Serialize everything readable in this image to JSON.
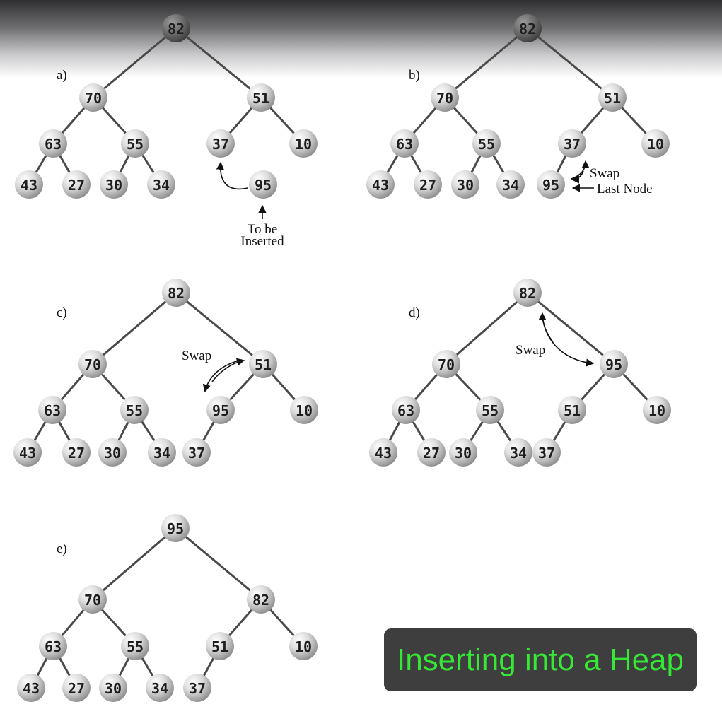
{
  "title": "Inserting into a Heap",
  "colors": {
    "title_text": "#35e835",
    "title_box": "#3e3e3e",
    "node_fill": "#d9d9d9",
    "edge": "#4a4a4a"
  },
  "panels": [
    {
      "id": "a",
      "label": "a)",
      "nodes": [
        "82",
        "70",
        "51",
        "63",
        "55",
        "37",
        "10",
        "43",
        "27",
        "30",
        "34",
        "95"
      ],
      "annotations": [
        "To be",
        "Inserted"
      ]
    },
    {
      "id": "b",
      "label": "b)",
      "nodes": [
        "82",
        "70",
        "51",
        "63",
        "55",
        "37",
        "10",
        "43",
        "27",
        "30",
        "34",
        "95"
      ],
      "annotations": [
        "Swap",
        "Last Node"
      ]
    },
    {
      "id": "c",
      "label": "c)",
      "nodes": [
        "82",
        "70",
        "51",
        "63",
        "55",
        "95",
        "10",
        "43",
        "27",
        "30",
        "34",
        "37"
      ],
      "annotations": [
        "Swap"
      ]
    },
    {
      "id": "d",
      "label": "d)",
      "nodes": [
        "82",
        "70",
        "95",
        "63",
        "55",
        "51",
        "10",
        "43",
        "27",
        "30",
        "34",
        "37"
      ],
      "annotations": [
        "Swap"
      ]
    },
    {
      "id": "e",
      "label": "e)",
      "nodes": [
        "95",
        "70",
        "82",
        "63",
        "55",
        "51",
        "10",
        "43",
        "27",
        "30",
        "34",
        "37"
      ],
      "annotations": []
    }
  ]
}
